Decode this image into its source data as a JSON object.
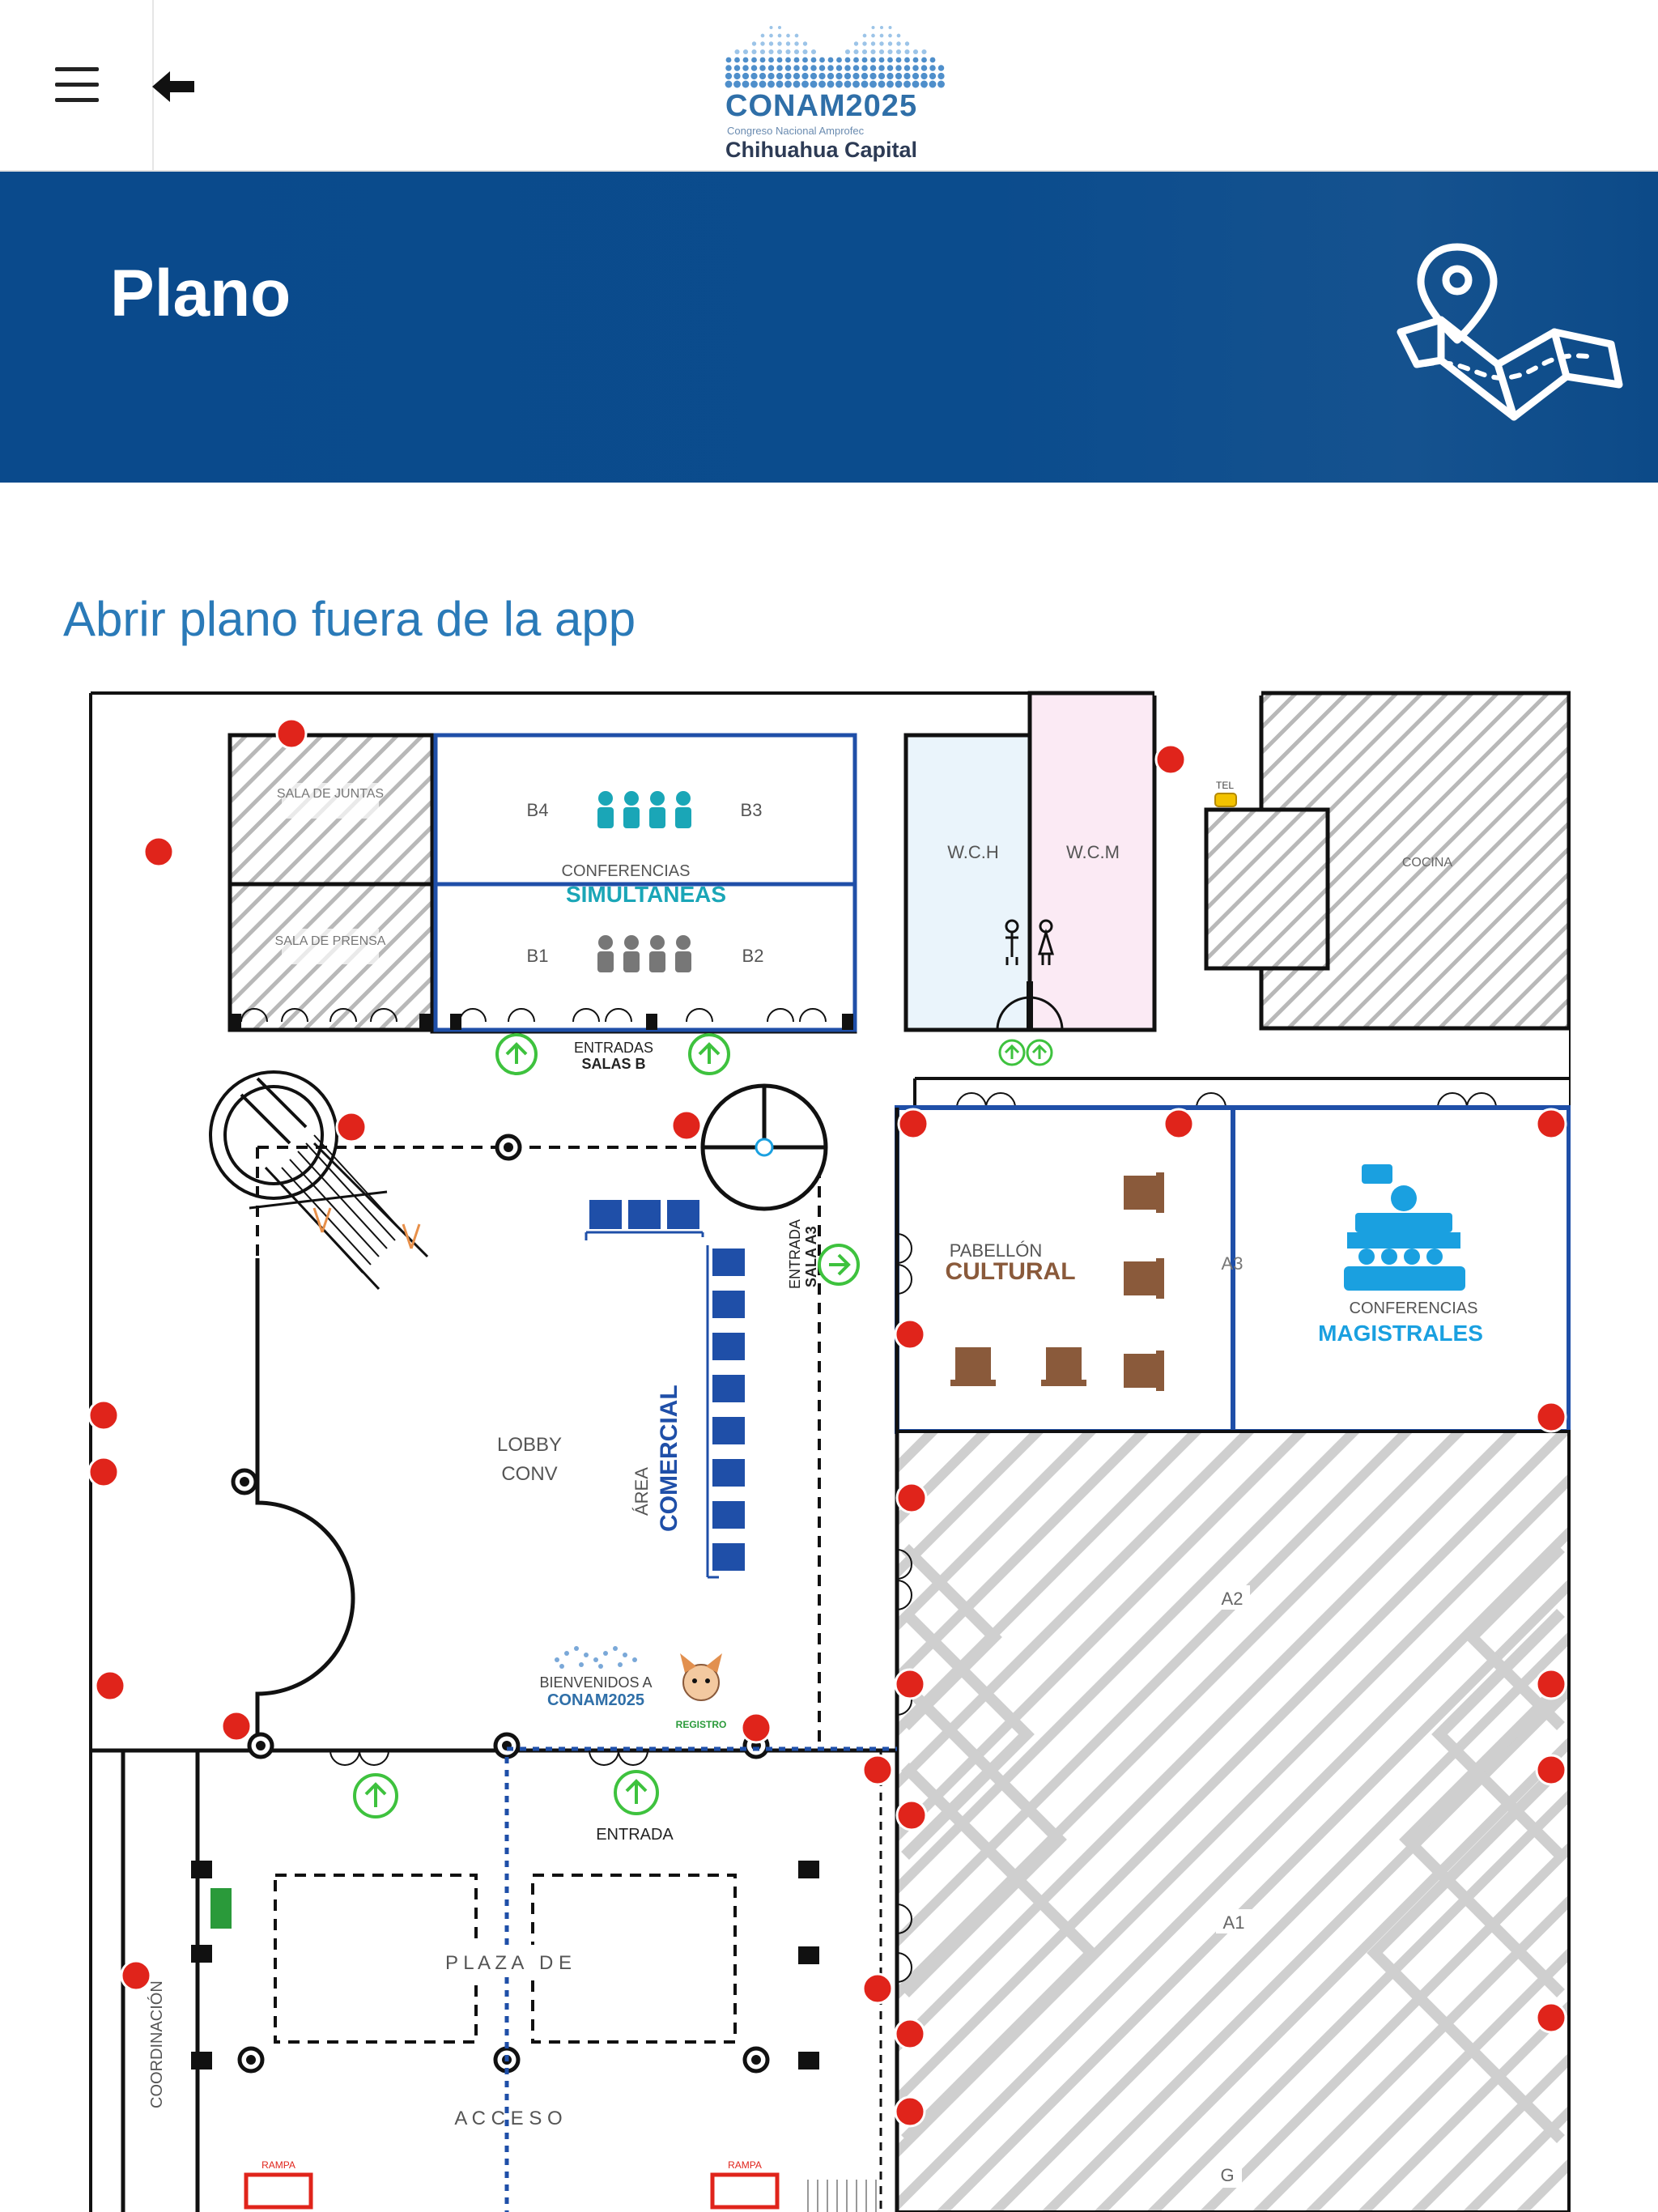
{
  "header": {
    "menu_icon": "hamburger-menu-icon",
    "back_icon": "arrow-left-icon",
    "logo": {
      "title": "CONAM2025",
      "subtitle": "Congreso Nacional Amprofec",
      "city": "Chihuahua Capital"
    }
  },
  "banner": {
    "title": "Plano",
    "icon": "folded-map-pin-icon",
    "color": "#0b4c8d"
  },
  "link": {
    "label": "Abrir plano fuera de la app",
    "color": "#2a7ab8"
  },
  "floorplan": {
    "rooms": {
      "sala_juntas": "SALA DE JUNTAS",
      "sala_prensa": "SALA DE PRENSA",
      "b4": "B4",
      "b3": "B3",
      "b1": "B1",
      "b2": "B2",
      "conf_sim_1": "CONFERENCIAS",
      "conf_sim_2": "SIMULTANEAS",
      "wch": "W.C.H",
      "wcm": "W.C.M",
      "tel": "TEL",
      "cocina": "COCINA",
      "entradas_salas_b_1": "ENTRADAS",
      "entradas_salas_b_2": "SALAS B",
      "pabellon_1": "PABELLÓN",
      "pabellon_2": "CULTURAL",
      "a3": "A3",
      "conf_mag_1": "CONFERENCIAS",
      "conf_mag_2": "MAGISTRALES",
      "entrada_a3_1": "ENTRADA",
      "entrada_a3_2": "SALA A3",
      "area_1": "ÁREA",
      "area_2": "COMERCIAL",
      "lobby_1": "LOBBY",
      "lobby_2": "CONV",
      "a2": "A2",
      "bienvenidos": "BIENVENIDOS A",
      "bienvenidos_logo": "CONAM2025",
      "registro": "REGISTRO",
      "entrada": "ENTRADA",
      "plaza": "P L A Z A   D E",
      "acceso": "A C C E S O",
      "a1": "A1",
      "coordinacion": "COORDINACIÓN",
      "rampa_1": "RAMPA",
      "rampa_2": "RAMPA",
      "g": "G"
    },
    "colors": {
      "blue_border": "#1f4fa8",
      "teal": "#1aa6b7",
      "green": "#3ec23e",
      "red": "#e0241b",
      "brown": "#8a5a3b",
      "sky": "#1aa0e0",
      "wch_fill": "#eaf4fb",
      "wcm_fill": "#fbeaf4"
    }
  }
}
